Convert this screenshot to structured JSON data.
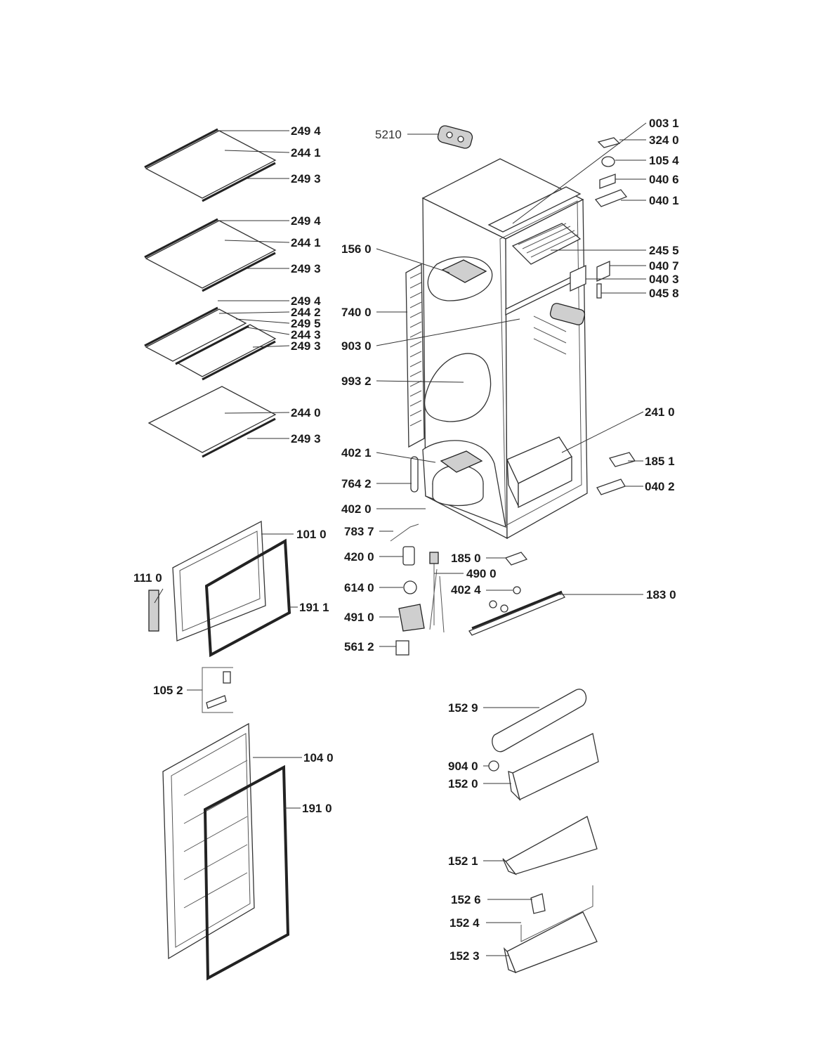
{
  "labels": [
    {
      "id": "p2494a",
      "text": "249 4"
    },
    {
      "id": "p2441a",
      "text": "244 1"
    },
    {
      "id": "p2493a",
      "text": "249 3"
    },
    {
      "id": "p2494b",
      "text": "249 4"
    },
    {
      "id": "p2441b",
      "text": "244 1"
    },
    {
      "id": "p2493b",
      "text": "249 3"
    },
    {
      "id": "p2494c",
      "text": "249 4"
    },
    {
      "id": "p2442",
      "text": "244 2"
    },
    {
      "id": "p2495",
      "text": "249 5"
    },
    {
      "id": "p2443",
      "text": "244 3"
    },
    {
      "id": "p2493c",
      "text": "249 3"
    },
    {
      "id": "p2440",
      "text": "244 0"
    },
    {
      "id": "p2493d",
      "text": "249 3"
    },
    {
      "id": "p5210",
      "text": "5210"
    },
    {
      "id": "p0031",
      "text": "003 1"
    },
    {
      "id": "p3240",
      "text": "324 0"
    },
    {
      "id": "p1054",
      "text": "105 4"
    },
    {
      "id": "p0406",
      "text": "040 6"
    },
    {
      "id": "p0401",
      "text": "040 1"
    },
    {
      "id": "p1560",
      "text": "156 0"
    },
    {
      "id": "p2455",
      "text": "245 5"
    },
    {
      "id": "p0407",
      "text": "040 7"
    },
    {
      "id": "p0403",
      "text": "040 3"
    },
    {
      "id": "p0458",
      "text": "045 8"
    },
    {
      "id": "p7400",
      "text": "740 0"
    },
    {
      "id": "p9030",
      "text": "903 0"
    },
    {
      "id": "p9932",
      "text": "993 2"
    },
    {
      "id": "p2410",
      "text": "241 0"
    },
    {
      "id": "p4021",
      "text": "402 1"
    },
    {
      "id": "p1851",
      "text": "185 1"
    },
    {
      "id": "p7642",
      "text": "764 2"
    },
    {
      "id": "p0402",
      "text": "040 2"
    },
    {
      "id": "p4020",
      "text": "402 0"
    },
    {
      "id": "p7837",
      "text": "783 7"
    },
    {
      "id": "p1010",
      "text": "101 0"
    },
    {
      "id": "p4200",
      "text": "420 0"
    },
    {
      "id": "p1850",
      "text": "185 0"
    },
    {
      "id": "p1110",
      "text": "111 0"
    },
    {
      "id": "p4900",
      "text": "490 0"
    },
    {
      "id": "p6140",
      "text": "614 0"
    },
    {
      "id": "p4024",
      "text": "402 4"
    },
    {
      "id": "p1830",
      "text": "183 0"
    },
    {
      "id": "p1911",
      "text": "191 1"
    },
    {
      "id": "p4910",
      "text": "491 0"
    },
    {
      "id": "p5612",
      "text": "561 2"
    },
    {
      "id": "p1052",
      "text": "105 2"
    },
    {
      "id": "p1529",
      "text": "152 9"
    },
    {
      "id": "p1040",
      "text": "104 0"
    },
    {
      "id": "p9040",
      "text": "904 0"
    },
    {
      "id": "p1520",
      "text": "152 0"
    },
    {
      "id": "p1910",
      "text": "191 0"
    },
    {
      "id": "p1521",
      "text": "152 1"
    },
    {
      "id": "p1526",
      "text": "152 6"
    },
    {
      "id": "p1524",
      "text": "152 4"
    },
    {
      "id": "p1523",
      "text": "152 3"
    }
  ]
}
